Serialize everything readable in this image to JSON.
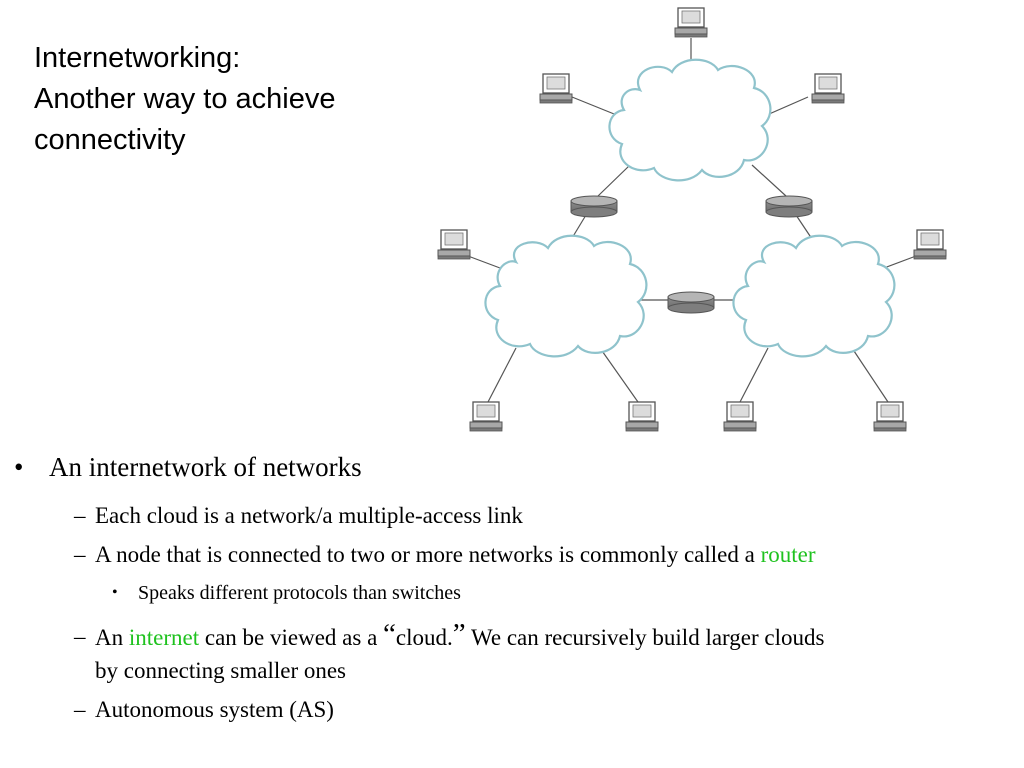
{
  "title": {
    "line1": "Internetworking:",
    "line2": "Another way to achieve",
    "line3": "connectivity"
  },
  "bullets": {
    "main": "An internetwork of networks",
    "sub1": "Each cloud is a network/a multiple-access link",
    "sub2_before": "A node that is connected to two or more networks is commonly called a ",
    "sub2_highlight": "router",
    "sub2_1": "Speaks different protocols than switches",
    "sub3_a": "An ",
    "sub3_highlight": "internet",
    "sub3_b": " can be viewed as a ",
    "sub3_open_quote": "“",
    "sub3_c": "cloud.",
    "sub3_close_quote": "”",
    "sub3_d": " We can recursively build larger clouds",
    "sub3_line2": "by connecting smaller ones",
    "sub4": "Autonomous system (AS)"
  },
  "markers": {
    "level1": "•",
    "level2": "–",
    "level3": "•"
  },
  "colors": {
    "highlight": "#1fc21f",
    "cloud_outline": "#7fb8c2",
    "router_fill": "#9a9a9a",
    "host_fill": "#a8a8a8"
  },
  "diagram": {
    "clouds": [
      "top-cloud",
      "left-cloud",
      "right-cloud"
    ],
    "routers": [
      "router-top-left",
      "router-top-right",
      "router-bottom"
    ],
    "hosts": [
      "host-top",
      "host-top-left",
      "host-top-right",
      "host-left-upper",
      "host-right-upper",
      "host-left-bottom-1",
      "host-left-bottom-2",
      "host-right-bottom-1",
      "host-right-bottom-2"
    ]
  }
}
